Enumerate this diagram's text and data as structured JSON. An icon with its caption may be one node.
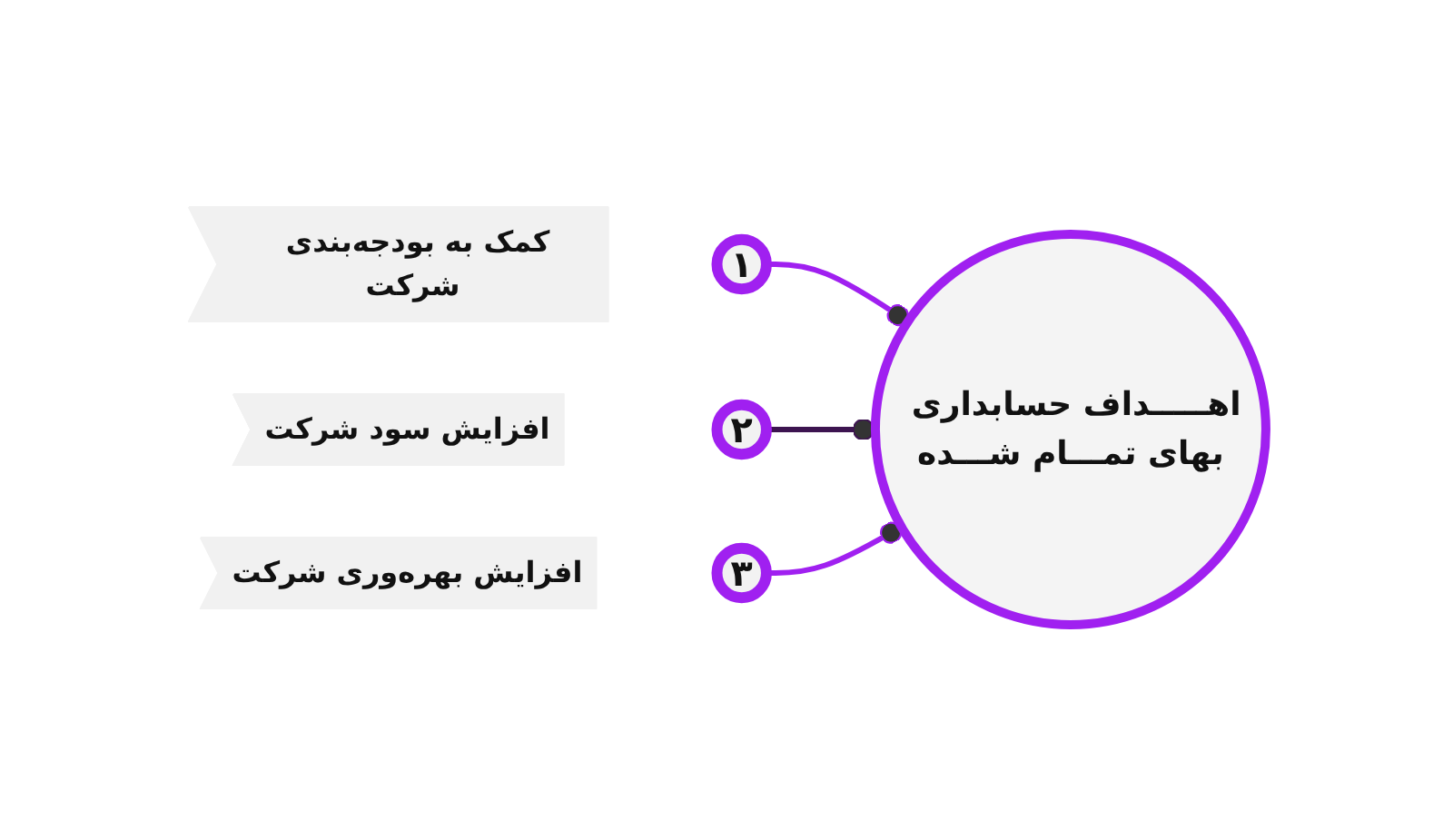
{
  "diagram": {
    "nodes": [
      {
        "text": [
          "اهـــــداف حسابداری بهای تمـــام شـــده"
        ]
      },
      {
        "text": [
          "۱"
        ]
      },
      {
        "text": [
          "کمک به بودجه‌بندی شرکت"
        ]
      },
      {
        "text": [
          "۲"
        ]
      },
      {
        "text": [
          "افزایش سود شرکت"
        ]
      },
      {
        "text": [
          "۳"
        ]
      },
      {
        "text": [
          "افزایش بهره‌وری شرکت"
        ]
      }
    ],
    "edges": [
      {
        "from": 1,
        "to": 0,
        "arrow": "other",
        "color": "#a020f0"
      },
      {
        "from": 3,
        "to": 0,
        "arrow": "other",
        "color": "#3d1450"
      },
      {
        "from": 5,
        "to": 0,
        "arrow": "other",
        "color": "#a020f0"
      }
    ]
  }
}
